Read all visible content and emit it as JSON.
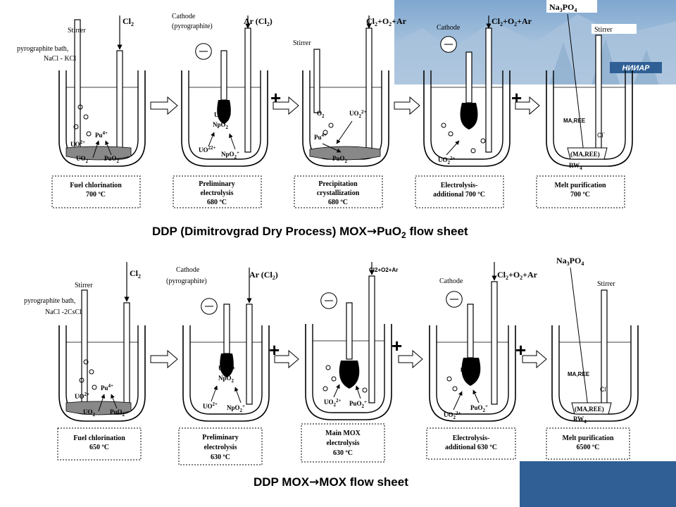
{
  "brand": {
    "logo_text": "НИИАР",
    "logo_color": "#1f4e8c",
    "panel_color": "#2f5f95"
  },
  "top": {
    "title_prefix": "DDP (Dimitrovgrad Dry Process) MOX",
    "title_suffix": "PuO",
    "title_sub": "2",
    "title_tail": " flow sheet",
    "stages": [
      {
        "gas": "Cl",
        "gas_sub": "2",
        "stirrer": "Stirrer",
        "bath1": "pyrographite bath,",
        "bath2": "NaCl - KCl",
        "box1": "Fuel chlorination",
        "box2": "700 ºC",
        "box3": ""
      },
      {
        "gas": "Ar (Cl",
        "gas_sub": "2",
        "gas_tail": ")",
        "cathode1": "Cathode",
        "cathode2": "(pyrographite)",
        "box1": "Preliminary",
        "box2": "electrolysis",
        "box3": "680 ºC"
      },
      {
        "gas": "Cl",
        "gas_sub": "2",
        "gas_tail": "+O",
        "gas_sub2": "2",
        "gas_tail2": "+Ar",
        "stirrer": "Stirrer",
        "box1": "Precipitation",
        "box2": "crystallization",
        "box3": "680 ºC"
      },
      {
        "gas": "Cl",
        "gas_sub": "2",
        "gas_tail": "+O",
        "gas_sub2": "2",
        "gas_tail2": "+Ar",
        "cathode1": "Cathode",
        "box1": "Electrolysis-",
        "box2": "additional 700 ºC",
        "box3": ""
      },
      {
        "reagent": "Na",
        "reagent_sub": "3",
        "reagent_tail": "PO",
        "reagent_sub2": "4",
        "stirrer": "Stirrer",
        "box1": "Melt purification",
        "box2": "700 ºC",
        "box3": ""
      }
    ],
    "ions": {
      "uo2": "UO",
      "pu4": "Pu",
      "puo2": "PuO",
      "npo2": "NpO",
      "uo2npo2": "UO",
      "o2": "O",
      "mare": "MA,REE",
      "cl": "Cl",
      "rw": "RW",
      "mare_paren": "(MA,REE)"
    }
  },
  "bottom": {
    "title_prefix": "DDP MOX",
    "title_suffix": "MOX flow sheet",
    "stages": [
      {
        "gas": "Cl",
        "gas_sub": "2",
        "stirrer": "Stirrer",
        "bath1": "pyrographite bath,",
        "bath2": "NaCl -2CsCl",
        "box1": "Fuel chlorination",
        "box2": "650 ºC",
        "box3": ""
      },
      {
        "gas": "Ar (Cl",
        "gas_sub": "2",
        "gas_tail": ")",
        "cathode1": "Cathode",
        "cathode2": "(pyrographite)",
        "box1": "Preliminary",
        "box2": "electrolysis",
        "box3": "630 ºC"
      },
      {
        "gas_plain": "Cl2+O2+Ar",
        "box1": "Main MOX",
        "box2": "electrolysis",
        "box3": "630 ºC"
      },
      {
        "gas": "Cl",
        "gas_sub": "2",
        "gas_tail": "+O",
        "gas_sub2": "2",
        "gas_tail2": "+Ar",
        "cathode1": "Cathode",
        "box1": "Electrolysis-",
        "box2": "additional 630 ºC",
        "box3": ""
      },
      {
        "reagent": "Na",
        "reagent_sub": "3",
        "reagent_tail": "PO",
        "reagent_sub2": "4",
        "stirrer": "Stirrer",
        "box1": "Melt purification",
        "box2": "6500 ºC",
        "box3": ""
      }
    ],
    "ions": {
      "mox": "MOX"
    }
  },
  "symbols": {
    "plus": "+",
    "minus": "—",
    "arrow": "→"
  }
}
